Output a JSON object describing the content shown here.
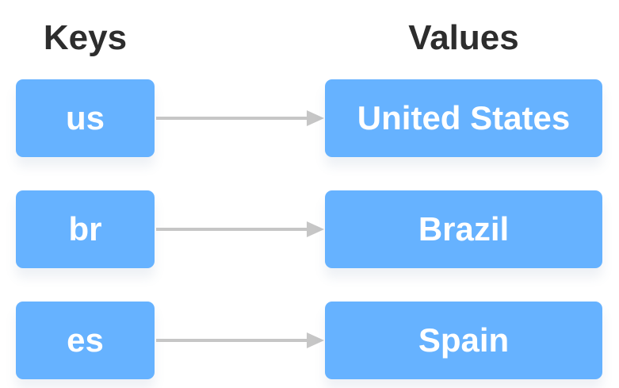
{
  "headers": {
    "keys": "Keys",
    "values": "Values"
  },
  "colors": {
    "box_fill": "#66b2ff",
    "box_text": "#ffffff",
    "arrow": "#c6c6c6",
    "heading_text": "#2d2d2d"
  },
  "pairs": [
    {
      "key": "us",
      "value": "United States"
    },
    {
      "key": "br",
      "value": "Brazil"
    },
    {
      "key": "es",
      "value": "Spain"
    }
  ]
}
